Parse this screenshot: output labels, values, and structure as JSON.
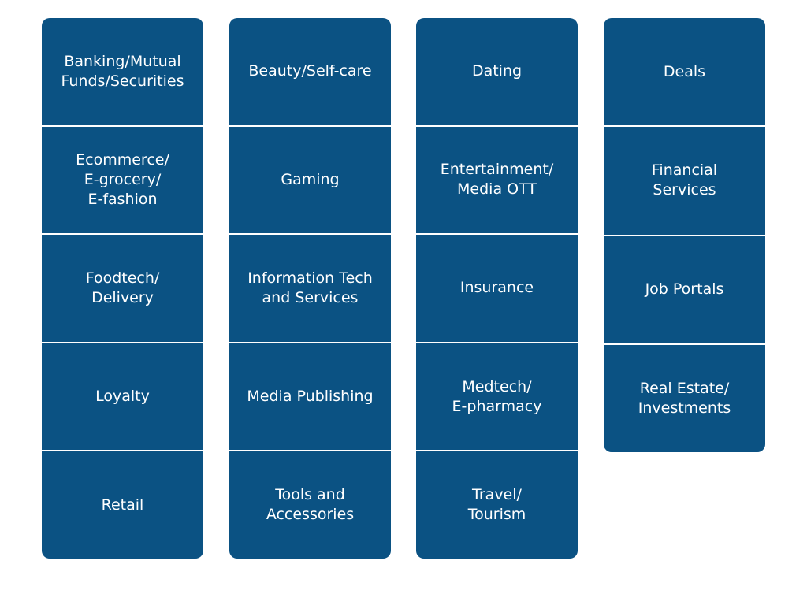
{
  "columns": [
    {
      "items": [
        {
          "label": "Banking/Mutual\nFunds/Securities"
        },
        {
          "label": "Ecommerce/\nE-grocery/\nE-fashion"
        },
        {
          "label": "Foodtech/\nDelivery"
        },
        {
          "label": "Loyalty"
        },
        {
          "label": "Retail"
        }
      ]
    },
    {
      "items": [
        {
          "label": "Beauty/Self-care"
        },
        {
          "label": "Gaming"
        },
        {
          "label": "Information Tech\nand Services"
        },
        {
          "label": "Media Publishing"
        },
        {
          "label": "Tools and\nAccessories"
        }
      ]
    },
    {
      "items": [
        {
          "label": "Dating"
        },
        {
          "label": "Entertainment/\nMedia OTT"
        },
        {
          "label": "Insurance"
        },
        {
          "label": "Medtech/\nE-pharmacy"
        },
        {
          "label": "Travel/\nTourism"
        }
      ]
    },
    {
      "items": [
        {
          "label": "Deals"
        },
        {
          "label": "Financial\nServices"
        },
        {
          "label": "Job Portals"
        },
        {
          "label": "Real Estate/\nInvestments"
        }
      ]
    }
  ],
  "colors": {
    "cell_fill": "#0b5283",
    "cell_text": "#ffffff",
    "divider": "#ffffff",
    "background": "#ffffff"
  }
}
